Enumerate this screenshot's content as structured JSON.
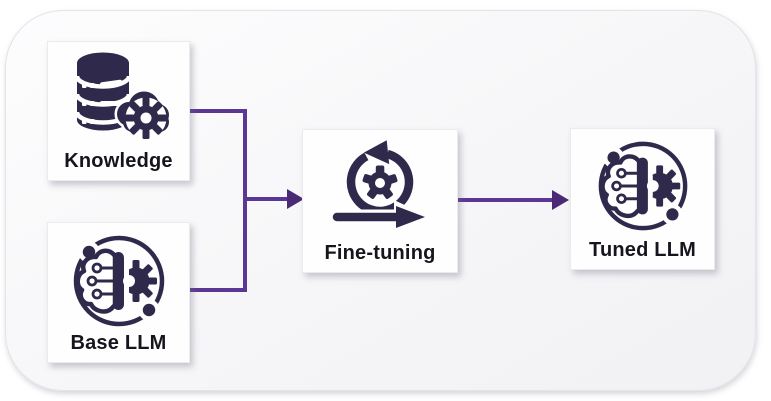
{
  "diagram": {
    "nodes": [
      {
        "id": "knowledge",
        "label": "Knowledge",
        "icon": "database-gear-icon"
      },
      {
        "id": "base-llm",
        "label": "Base LLM",
        "icon": "ai-brain-chip-icon"
      },
      {
        "id": "fine-tuning",
        "label": "Fine-tuning",
        "icon": "agile-iteration-gear-icon"
      },
      {
        "id": "tuned-llm",
        "label": "Tuned LLM",
        "icon": "ai-brain-chip-icon"
      }
    ],
    "edges": [
      {
        "from": "knowledge",
        "to": "fine-tuning"
      },
      {
        "from": "base-llm",
        "to": "fine-tuning"
      },
      {
        "from": "fine-tuning",
        "to": "tuned-llm"
      }
    ],
    "colors": {
      "icon_ink": "#2f2a4c",
      "connector": "#5a3794",
      "connector_head": "#4a2a74",
      "label_text": "#15151d"
    }
  }
}
